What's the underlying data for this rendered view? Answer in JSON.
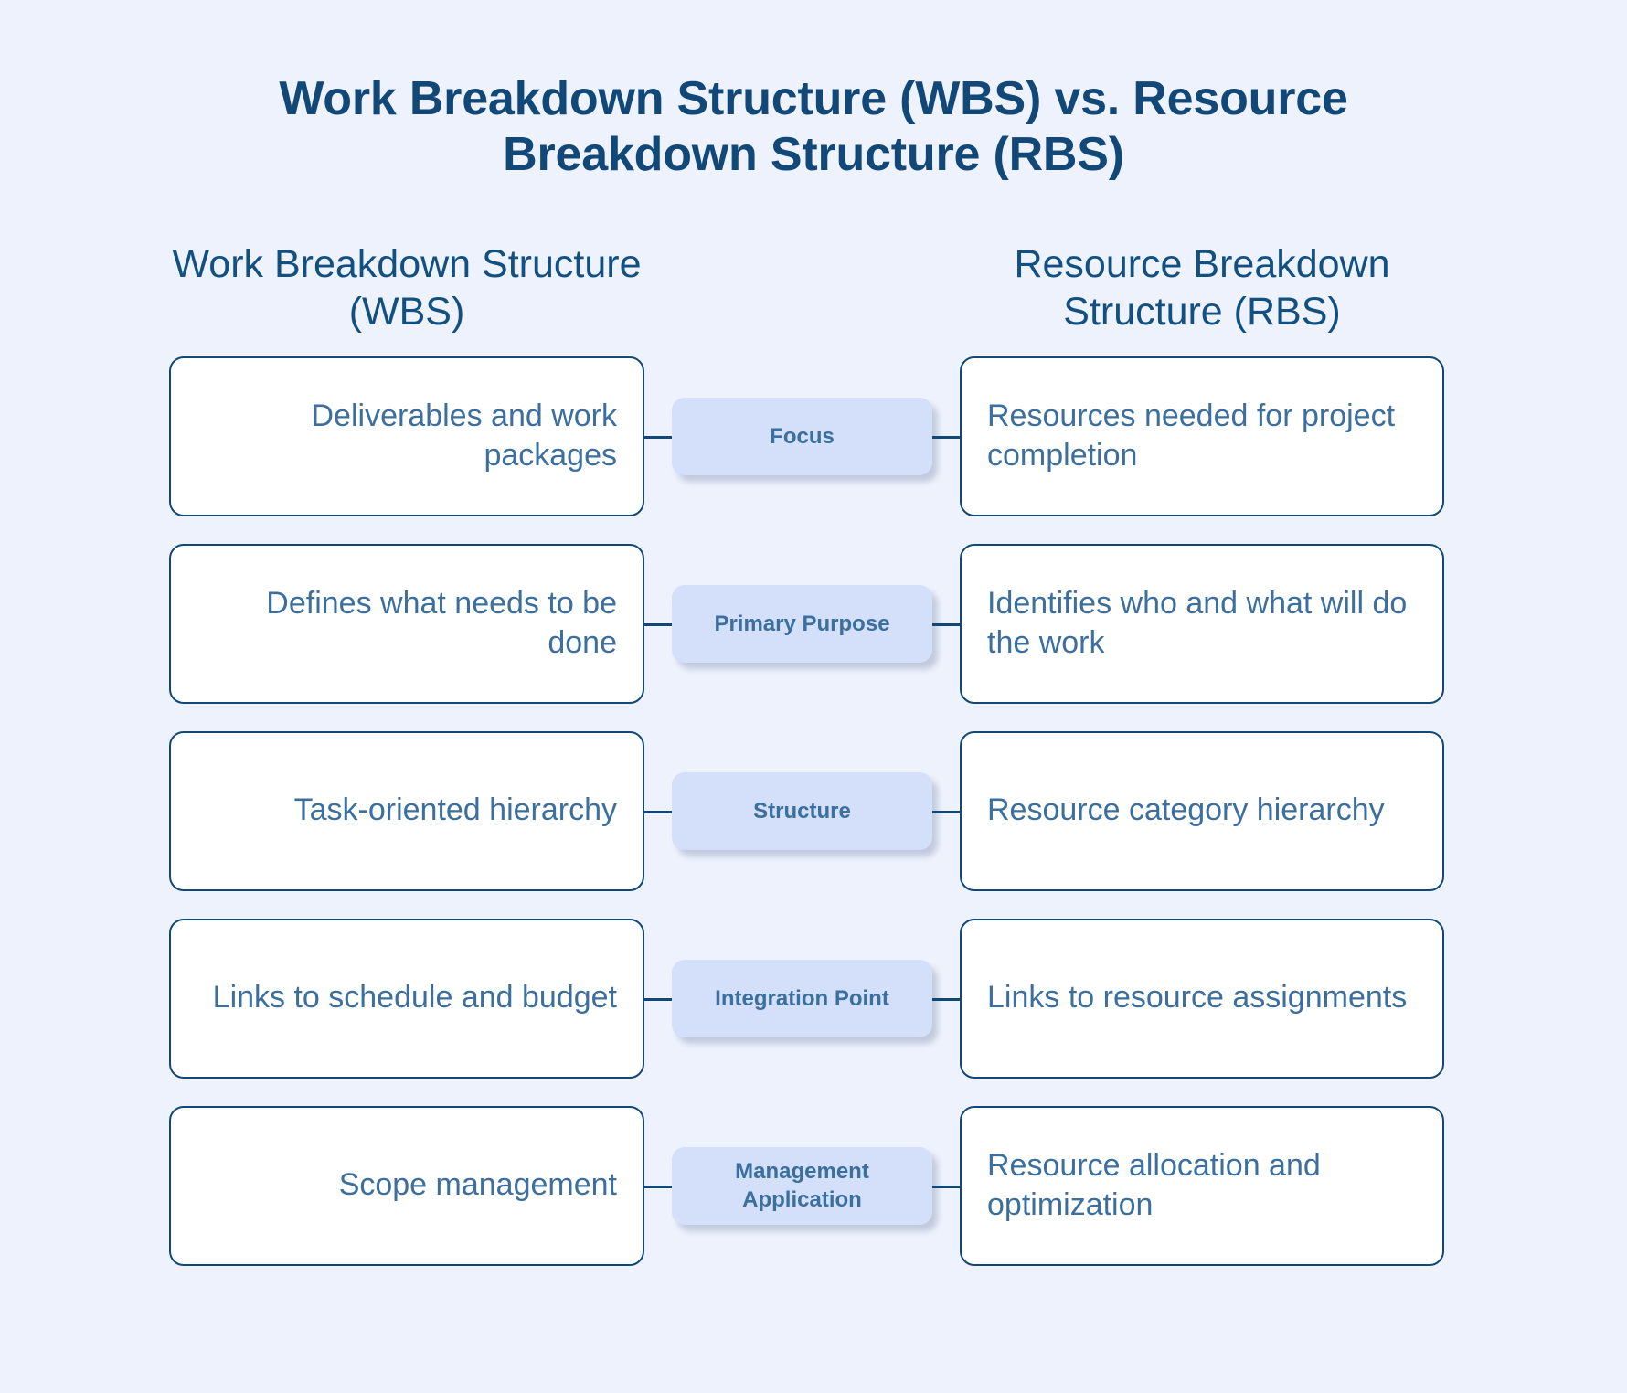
{
  "title": "Work Breakdown Structure (WBS) vs. Resource Breakdown Structure (RBS)",
  "headers": {
    "left": "Work Breakdown Structure (WBS)",
    "right": "Resource Breakdown Structure (RBS)"
  },
  "colors": {
    "background": "#eef2fd",
    "title_text": "#114878",
    "box_border": "#114878",
    "box_fill": "#ffffff",
    "box_text": "#3c6f9e",
    "chip_fill": "#d4dffa",
    "chip_text": "#3a6f9e",
    "connector": "#114878"
  },
  "rows": [
    {
      "label": "Focus",
      "left": "Deliverables and work packages",
      "right": "Resources needed for project completion"
    },
    {
      "label": "Primary Purpose",
      "left": "Defines what needs to be done",
      "right": "Identifies who and what will do the work"
    },
    {
      "label": "Structure",
      "left": "Task-oriented hierarchy",
      "right": "Resource category hierarchy"
    },
    {
      "label": "Integration Point",
      "left": "Links to schedule and budget",
      "right": "Links to resource assignments"
    },
    {
      "label": "Management Application",
      "left": "Scope management",
      "right": "Resource allocation and optimization"
    }
  ]
}
